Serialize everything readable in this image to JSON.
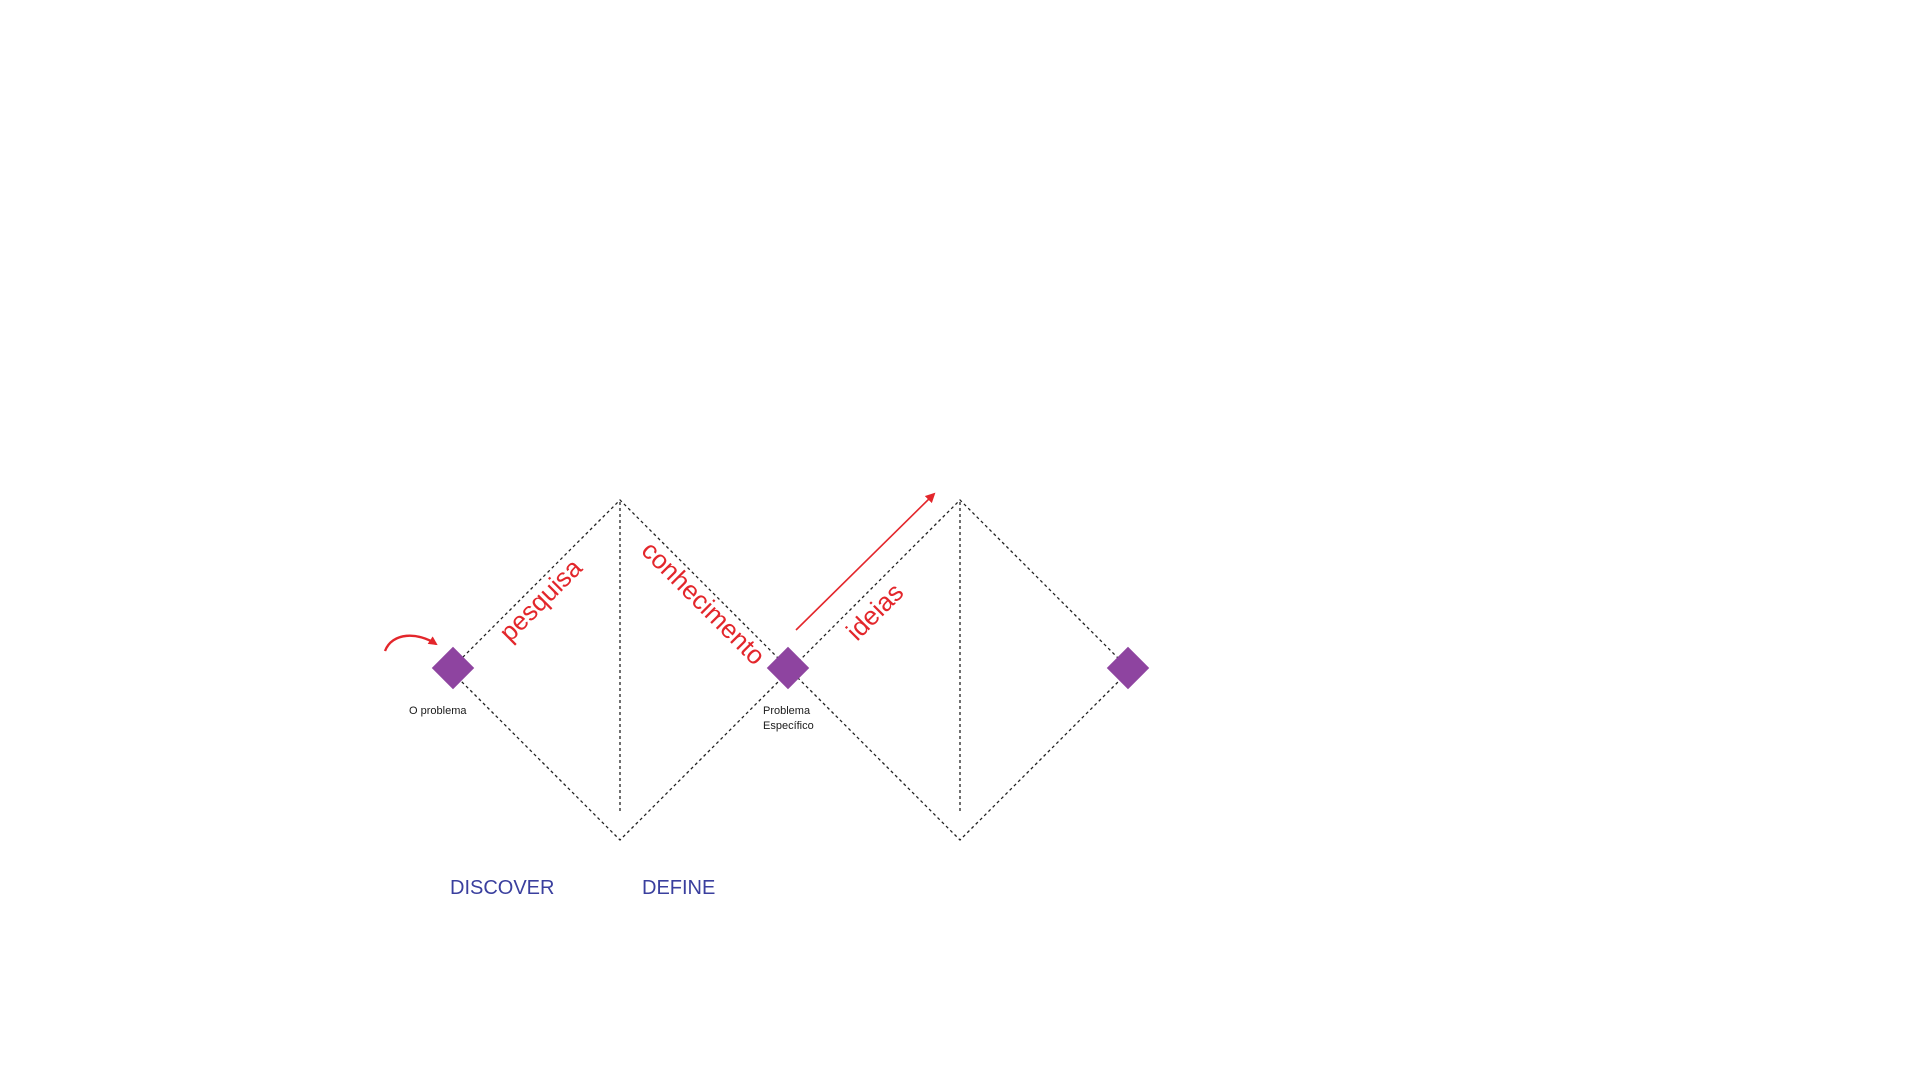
{
  "diagram": {
    "nodes": {
      "start_label": "O problema",
      "middle_label_line1": "Problema",
      "middle_label_line2": "Específico"
    },
    "flow_labels": {
      "research": "pesquisa",
      "knowledge": "conhecimento",
      "ideas": "ideias"
    },
    "phases": {
      "discover": "DISCOVER",
      "define": "DEFINE"
    },
    "colors": {
      "node": "#8e44a0",
      "flow_text": "#e3262b",
      "phase_text": "#3a3f9e",
      "dashed_line": "#222222"
    }
  }
}
